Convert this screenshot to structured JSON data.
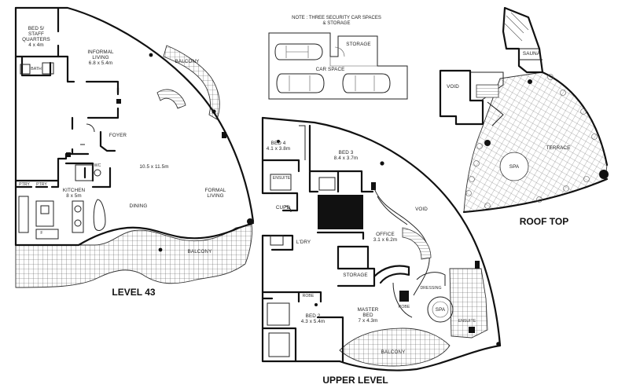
{
  "plans": {
    "level43": {
      "title": "LEVEL 43",
      "rooms": {
        "bed5": [
          "BED 5/",
          "STAFF",
          "QUARTERS",
          "4 x 4m"
        ],
        "bath": "BATH",
        "informal": [
          "INFORMAL",
          "LIVING",
          "6.8 x 5.4m"
        ],
        "balcony_top": "BALCONY",
        "foyer": "FOYER",
        "main_dims": "10.5 x 11.5m",
        "formal": [
          "FORMAL",
          "LIVING"
        ],
        "kitchen": [
          "KITCHEN",
          "8 x 5m"
        ],
        "ptry1": "PTRY",
        "ptry2": "PTRY",
        "wc": "WC",
        "dining": "DINING",
        "f": "F",
        "balcony_bottom": "BALCONY"
      }
    },
    "upper": {
      "title": "UPPER LEVEL",
      "rooms": {
        "bed4": [
          "BED 4",
          "4.1 x 3.8m"
        ],
        "bed3": [
          "BED 3",
          "8.4 x 3.7m"
        ],
        "ensuite1": "ENSUITE",
        "cupd": "CUPD",
        "void": "VOID",
        "office": [
          "OFFICE",
          "3.1 x 6.2m"
        ],
        "ldry": "L'DRY",
        "storage": "STORAGE",
        "dressing": "DRESSING",
        "robe1": "ROBE",
        "robe2": "ROBE",
        "bed2": [
          "BED 2",
          "4.3 x 5.4m"
        ],
        "master": [
          "MASTER",
          "BED",
          "7 x 4.3m"
        ],
        "spa": "SPA",
        "ensuite2": "ENSUITE",
        "balcony": "BALCONY"
      }
    },
    "roof": {
      "title": "ROOF TOP",
      "rooms": {
        "spa": "SPA",
        "sauna": "SAUNA",
        "void": "VOID",
        "terrace": "TERRACE"
      }
    },
    "parking": {
      "note": [
        "NOTE : THREE SECURITY CAR SPACES",
        "& STORAGE"
      ],
      "storage": "STORAGE",
      "car_space": "CAR SPACE"
    }
  }
}
